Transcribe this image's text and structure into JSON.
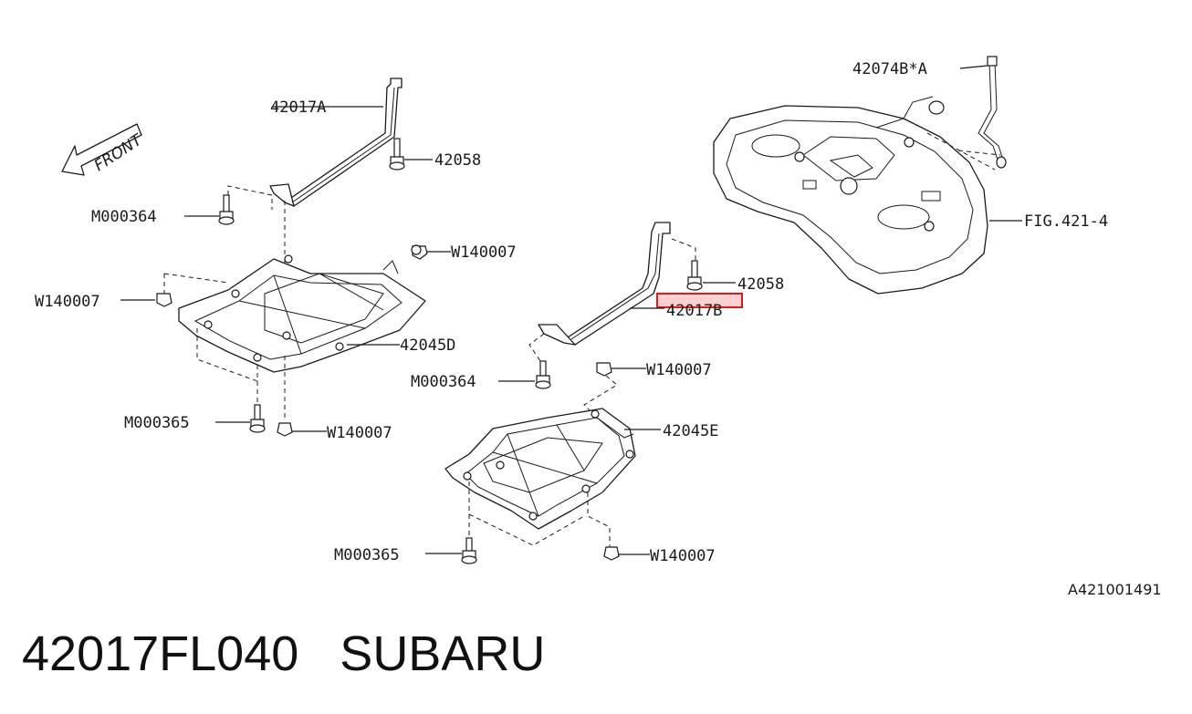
{
  "caption": {
    "part_number": "42017FL040",
    "brand": "SUBARU"
  },
  "diagram": {
    "front_label": "FRONT",
    "reference_code": "A421001491",
    "highlight_color": "#e01a1a",
    "labels": {
      "strap_a": "42017A",
      "bolt_a": "42058",
      "bolt_m000364_left": "M000364",
      "clip_w140007_top": "W140007",
      "clip_w140007_left": "W140007",
      "cover_d": "42045D",
      "bolt_m000365_left": "M000365",
      "clip_w140007_bottom_left": "W140007",
      "hose": "42074B*A",
      "fig_ref": "FIG.421-4",
      "bolt_b": "42058",
      "strap_b": "42017B",
      "bolt_m000364_right": "M000364",
      "clip_w140007_mid": "W140007",
      "cover_e": "42045E",
      "bolt_m000365_right": "M000365",
      "clip_w140007_bottom_right": "W140007"
    }
  }
}
